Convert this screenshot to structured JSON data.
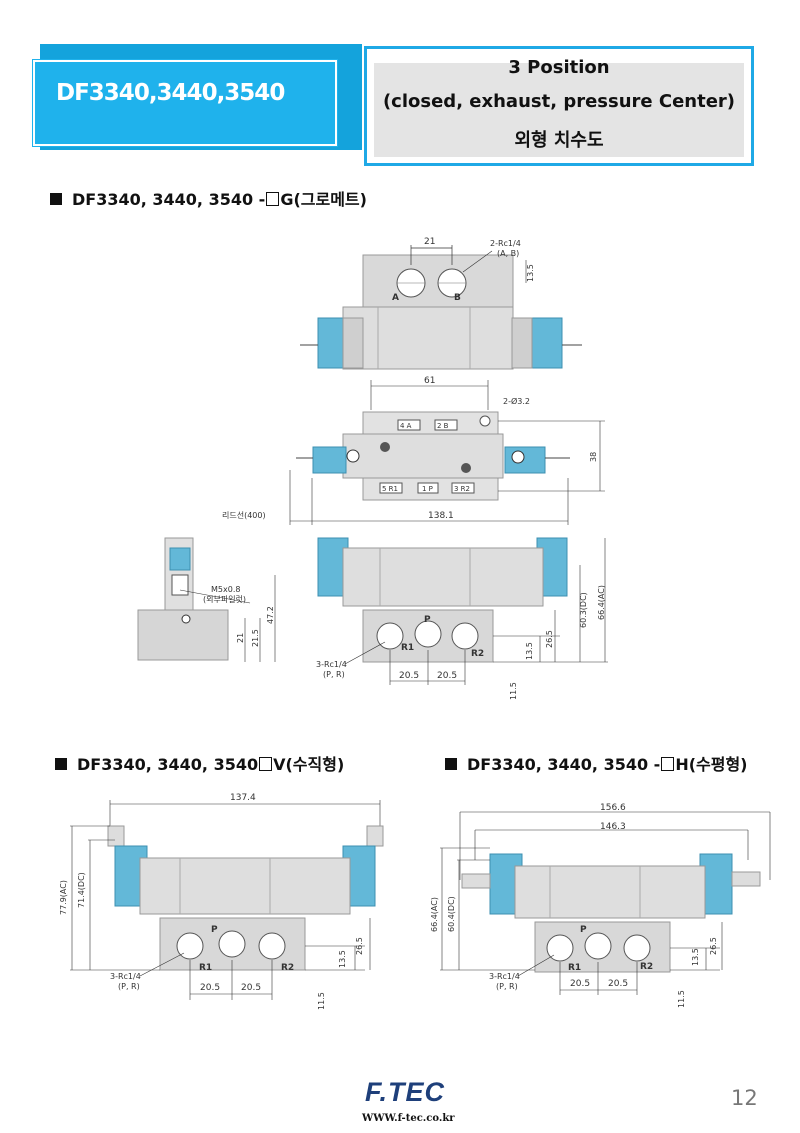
{
  "header": {
    "model_title": "DF3340,3440,3540",
    "spec_line1": "3 Position",
    "spec_line2": "(closed, exhaust, pressure Center)",
    "spec_line3": "외형 치수도"
  },
  "sections": {
    "grommet": {
      "prefix": "DF3340, 3440, 3540 -",
      "suffix": "G(그로메트)"
    },
    "vertical": {
      "prefix": "DF3340, 3440, 3540",
      "suffix": "V(수직형)"
    },
    "horizontal": {
      "prefix": "DF3340, 3440, 3540 -",
      "suffix": "H(수평형)"
    }
  },
  "drawing_g": {
    "dim_21": "21",
    "port_ab": "2-Rc1/4",
    "port_ab2": "(A, B)",
    "dim_13_5": "13.5",
    "label_a": "A",
    "label_b": "B",
    "dim_61": "61",
    "hole": "2-Ø3.2",
    "plate_4a": "4 A",
    "plate_2b": "2 B",
    "plate_5r1": "5 R1",
    "plate_1p": "1 P",
    "plate_3r2": "3 R2",
    "dim_38": "38",
    "lead_wire": "리드선(400)",
    "dim_138_1": "138.1",
    "pilot": "M5x0.8",
    "pilot2": "(외부파일럿)",
    "dim_21b": "21",
    "dim_21_5": "21.5",
    "dim_47_2": "47.2",
    "label_p": "P",
    "label_r1": "R1",
    "label_r2": "R2",
    "port_pr": "3-Rc1/4",
    "port_pr2": "(P, R)",
    "dim_20_5a": "20.5",
    "dim_20_5b": "20.5",
    "dim_11_5": "11.5",
    "dim_13_5b": "13.5",
    "dim_26_5": "26.5",
    "dim_60_3": "60.3(DC)",
    "dim_66_4": "66.4(AC)"
  },
  "drawing_v": {
    "dim_137_4": "137.4",
    "dim_77_9": "77.9(AC)",
    "dim_71_4": "71.4(DC)",
    "label_p": "P",
    "label_r1": "R1",
    "label_r2": "R2",
    "port_pr": "3-Rc1/4",
    "port_pr2": "(P, R)",
    "dim_20_5a": "20.5",
    "dim_20_5b": "20.5",
    "dim_13_5": "13.5",
    "dim_26_5": "26.5",
    "dim_11_5": "11.5"
  },
  "drawing_h": {
    "dim_156_6": "156.6",
    "dim_146_3": "146.3",
    "dim_66_4": "66.4(AC)",
    "dim_60_4": "60.4(DC)",
    "label_p": "P",
    "label_r1": "R1",
    "label_r2": "R2",
    "port_pr": "3-Rc1/4",
    "port_pr2": "(P, R)",
    "dim_20_5a": "20.5",
    "dim_20_5b": "20.5",
    "dim_13_5": "13.5",
    "dim_26_5": "26.5",
    "dim_11_5": "11.5"
  },
  "footer": {
    "logo": "F.TEC",
    "url": "WWW.f-tec.co.kr",
    "page": "12"
  },
  "colors": {
    "accent": "#1fb2ec",
    "body_gray": "#dcdcdc",
    "solenoid_blue": "#63b8d8",
    "logo": "#1e3f7a"
  }
}
